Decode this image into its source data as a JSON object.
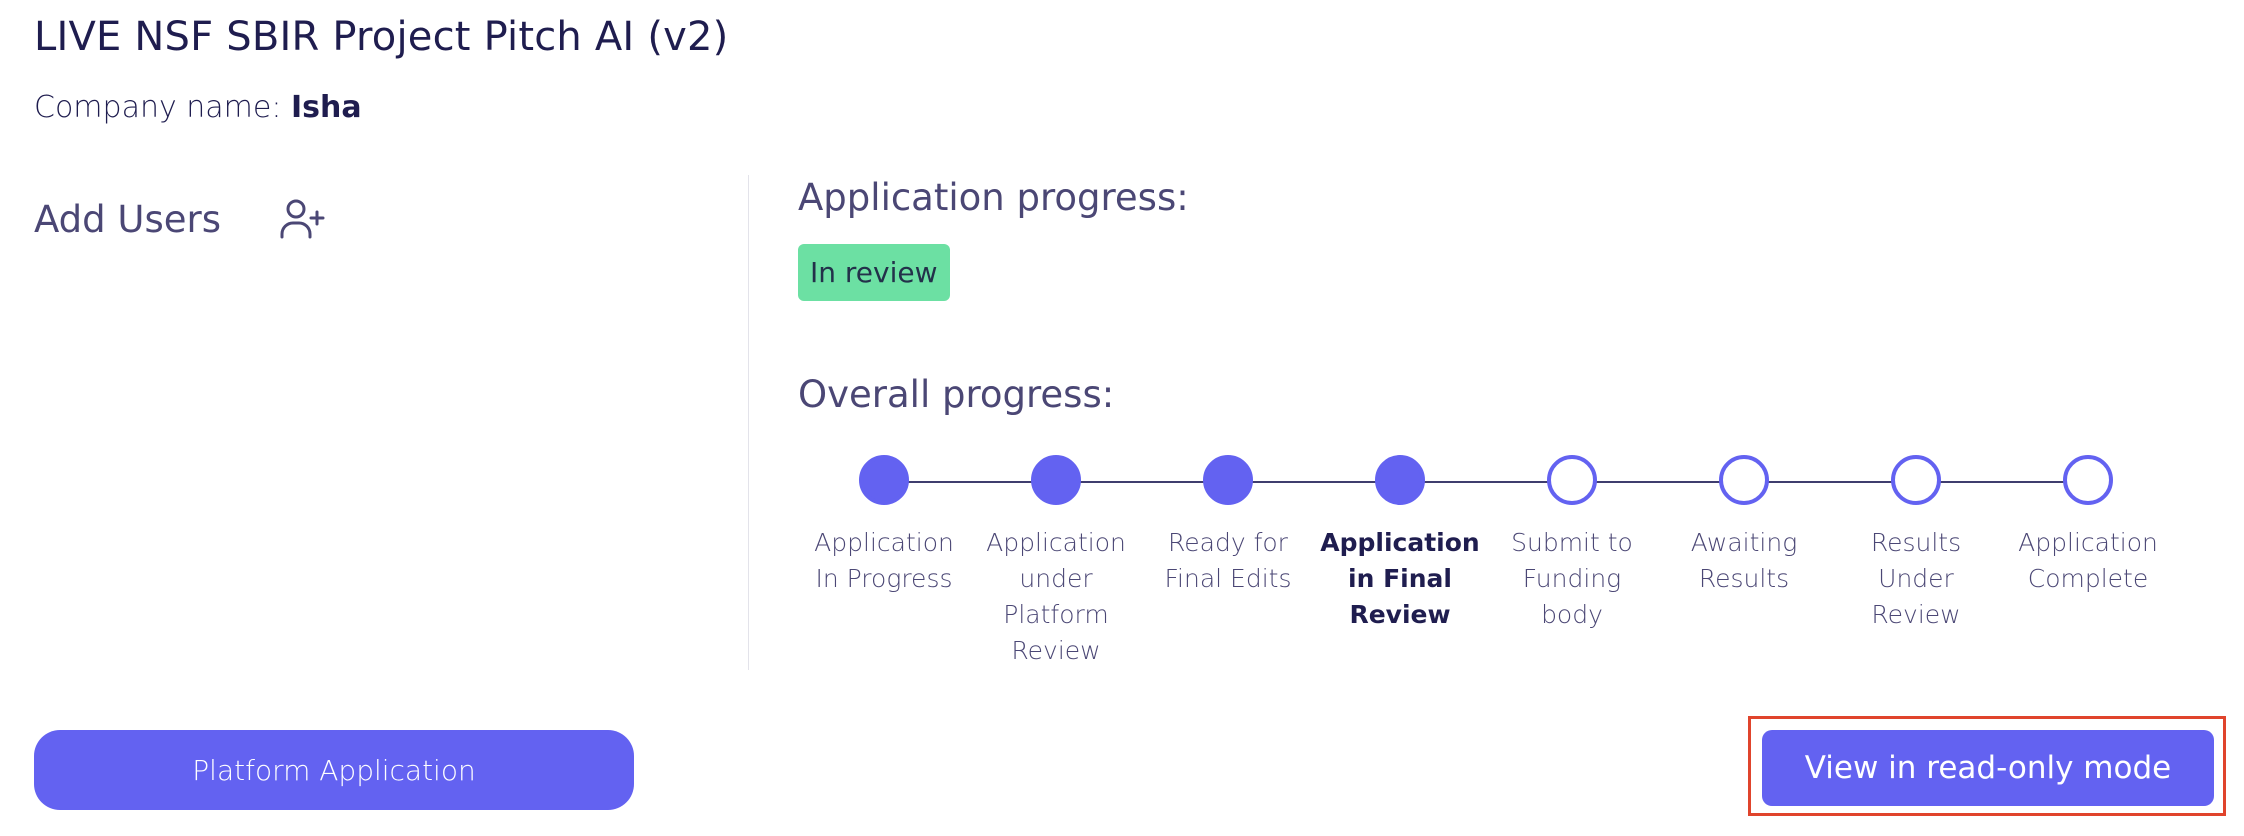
{
  "header": {
    "title": "LIVE NSF SBIR Project Pitch AI (v2)",
    "company_label": "Company name:",
    "company_value": "Isha"
  },
  "sidebar": {
    "add_users_label": "Add Users",
    "add_users_icon": "user-plus-icon"
  },
  "application_progress": {
    "title": "Application progress:",
    "status": "In review",
    "status_color": "#6ce0a3"
  },
  "overall_progress": {
    "title": "Overall progress:",
    "current_index": 3,
    "steps": [
      {
        "label": "Application\nIn Progress",
        "completed": true
      },
      {
        "label": "Application\nunder\nPlatform\nReview",
        "completed": true
      },
      {
        "label": "Ready for\nFinal Edits",
        "completed": true
      },
      {
        "label": "Application\nin Final\nReview",
        "completed": true
      },
      {
        "label": "Submit to\nFunding\nbody",
        "completed": false
      },
      {
        "label": "Awaiting\nResults",
        "completed": false
      },
      {
        "label": "Results\nUnder Review",
        "completed": false
      },
      {
        "label": "Application\nComplete",
        "completed": false
      }
    ]
  },
  "actions": {
    "platform_application_label": "Platform Application",
    "read_only_label": "View in read-only mode"
  },
  "colors": {
    "accent": "#6362f1",
    "heading": "#4b4775",
    "title": "#1f1d4f",
    "highlight_border": "#e0442c"
  }
}
